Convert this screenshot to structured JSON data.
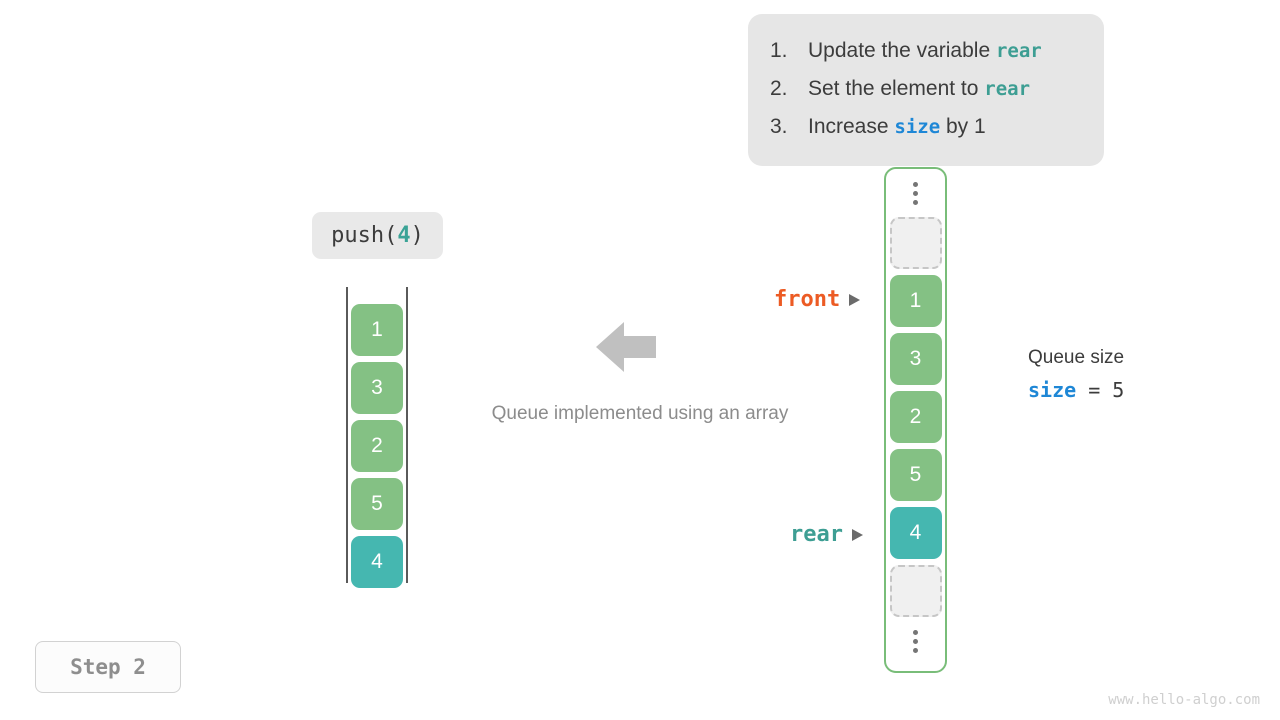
{
  "instructions": {
    "items": [
      {
        "num": "1.",
        "pre": "Update the variable ",
        "keyword": "rear",
        "keyword_color": "teal",
        "post": ""
      },
      {
        "num": "2.",
        "pre": "Set the element to ",
        "keyword": "rear",
        "keyword_color": "teal",
        "post": ""
      },
      {
        "num": "3.",
        "pre": "Increase ",
        "keyword": "size",
        "keyword_color": "blue",
        "post": " by 1"
      }
    ]
  },
  "operation": {
    "name": "push(",
    "value": "4",
    "close": ")"
  },
  "queue_view": {
    "cells": [
      {
        "value": "1",
        "style": "green"
      },
      {
        "value": "3",
        "style": "green"
      },
      {
        "value": "2",
        "style": "green"
      },
      {
        "value": "5",
        "style": "green"
      },
      {
        "value": "4",
        "style": "teal"
      }
    ]
  },
  "array_view": {
    "top_ellipsis": "vertical-ellipsis",
    "bottom_ellipsis": "vertical-ellipsis",
    "cells": [
      {
        "value": "",
        "style": "empty"
      },
      {
        "value": "1",
        "style": "green"
      },
      {
        "value": "3",
        "style": "green"
      },
      {
        "value": "2",
        "style": "green"
      },
      {
        "value": "5",
        "style": "green"
      },
      {
        "value": "4",
        "style": "teal"
      },
      {
        "value": "",
        "style": "empty"
      }
    ],
    "pointers": {
      "front": "front",
      "rear": "rear"
    }
  },
  "caption": "Queue implemented using an array",
  "size_readout": {
    "title": "Queue size",
    "var": "size",
    "operator": " = ",
    "value": "5"
  },
  "step": {
    "label": "Step 2"
  },
  "watermark": "www.hello-algo.com",
  "colors": {
    "green": "#84c184",
    "teal": "#45b7b0",
    "orange": "#ec5b24",
    "blue": "#1e87d6",
    "teal_text": "#3d9e93",
    "container_border": "#79bd79",
    "callout_bg": "#e6e6e6",
    "arrow_gray": "#c0c0c0"
  }
}
